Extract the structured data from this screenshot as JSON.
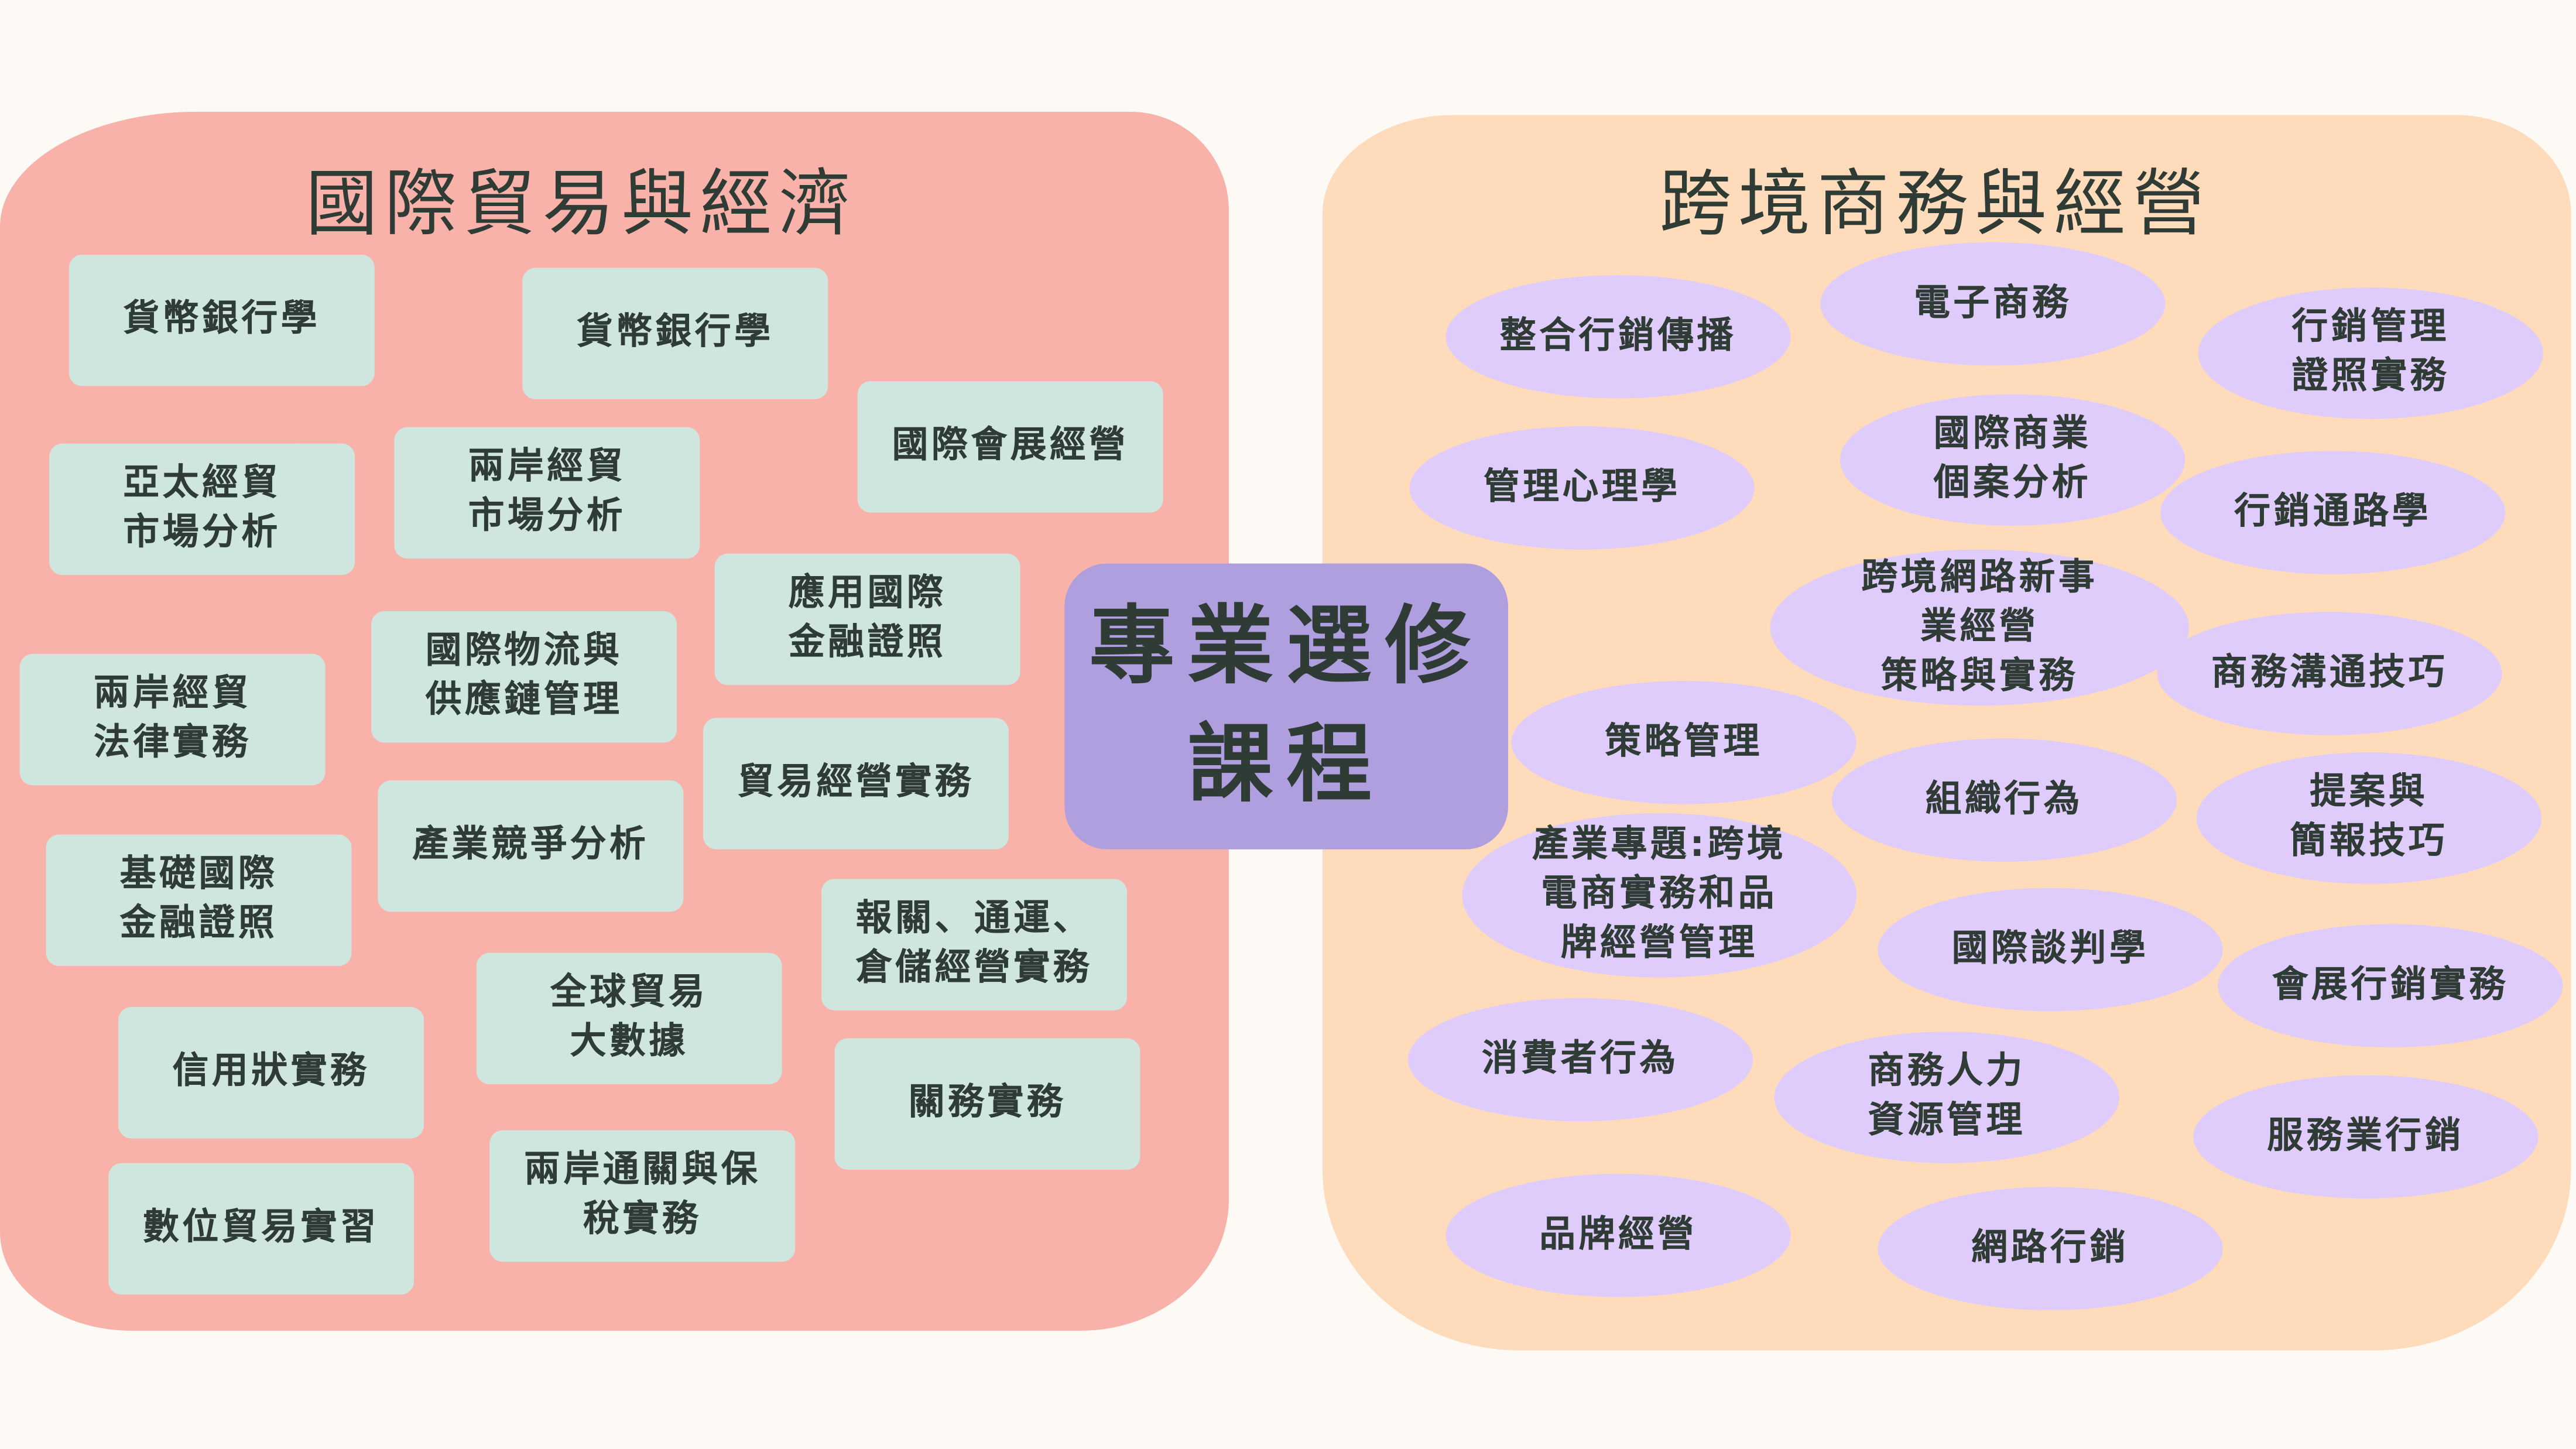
{
  "center_label": "專業選修\n課程",
  "left": {
    "title": "國際貿易與經濟",
    "courses": [
      "貨幣銀行學",
      "貨幣銀行學",
      "國際會展經營",
      "亞太經貿\n市場分析",
      "兩岸經貿\n市場分析",
      "應用國際\n金融證照",
      "國際物流與\n供應鏈管理",
      "兩岸經貿\n法律實務",
      "貿易經營實務",
      "產業競爭分析",
      "基礎國際\n金融證照",
      "報關、通運、\n倉儲經營實務",
      "全球貿易\n大數據",
      "信用狀實務",
      "關務實務",
      "兩岸通關與保\n稅實務",
      "數位貿易實習"
    ]
  },
  "right": {
    "title": "跨境商務與經營",
    "courses": [
      "整合行銷傳播",
      "電子商務",
      "行銷管理\n證照實務",
      "管理心理學",
      "國際商業\n個案分析",
      "行銷通路學",
      "跨境網路新事\n業經營\n策略與實務",
      "商務溝通技巧",
      "策略管理",
      "組織行為",
      "提案與\n簡報技巧",
      "產業專題:跨境\n電商實務和品\n牌經營管理",
      "國際談判學",
      "會展行銷實務",
      "消費者行為",
      "商務人力\n資源管理",
      "服務業行銷",
      "品牌經營",
      "網路行銷"
    ]
  },
  "colors": {
    "left_bg": "#f8b2aa",
    "right_bg": "#fddbbb",
    "box": "#cfe6df",
    "oval": "#e0ccfa",
    "center": "#b09fdf",
    "text": "#2f3b35"
  }
}
